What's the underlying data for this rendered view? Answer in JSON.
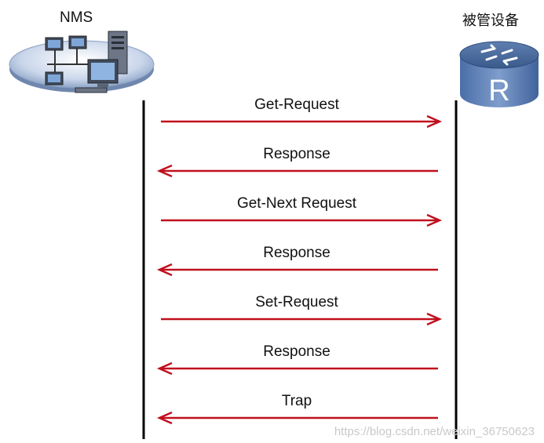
{
  "nodes": {
    "left": {
      "label": "NMS",
      "icon": "network-management-station-icon"
    },
    "right": {
      "label": "被管设备",
      "icon": "router-icon",
      "icon_letter": "R"
    }
  },
  "messages": [
    {
      "label": "Get-Request",
      "direction": "to-device"
    },
    {
      "label": "Response",
      "direction": "to-nms"
    },
    {
      "label": "Get-Next Request",
      "direction": "to-device"
    },
    {
      "label": "Response",
      "direction": "to-nms"
    },
    {
      "label": "Set-Request",
      "direction": "to-device"
    },
    {
      "label": "Response",
      "direction": "to-nms"
    },
    {
      "label": "Trap",
      "direction": "to-nms"
    }
  ],
  "watermark": "https://blog.csdn.net/weixin_36750623",
  "colors": {
    "arrow": "#c0101e",
    "lifeline": "#000000"
  }
}
